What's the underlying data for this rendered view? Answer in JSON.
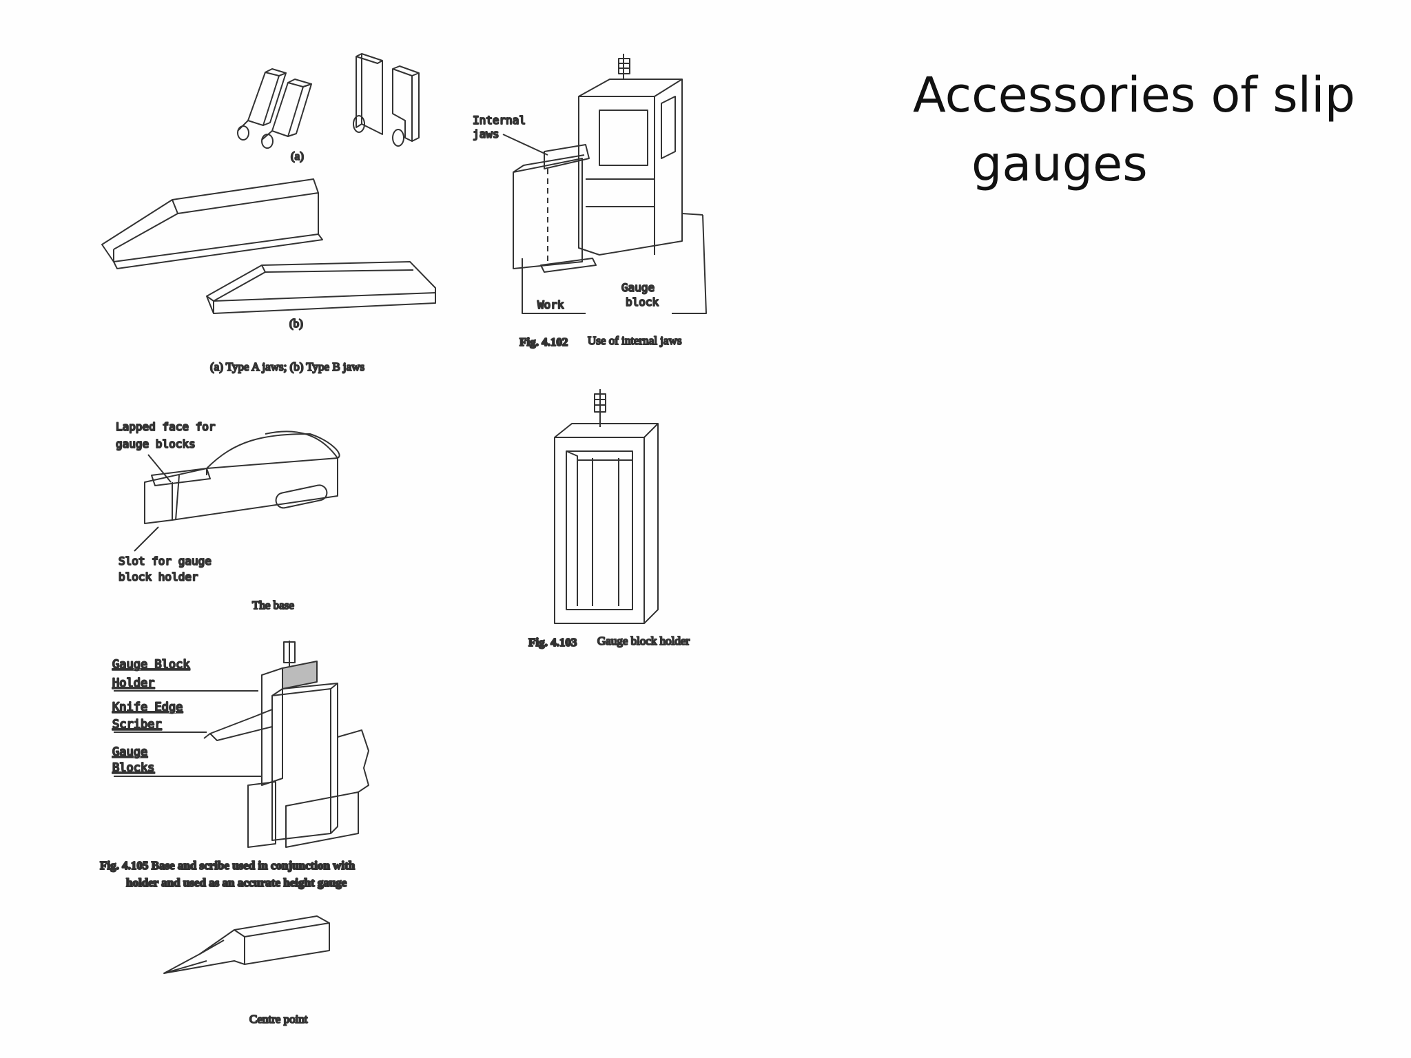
{
  "slide": {
    "title_line1": "Accessories of slip",
    "title_line2": "gauges"
  },
  "figures": {
    "jaws": {
      "label_a": "(a)",
      "label_b": "(b)",
      "caption": "(a) Type A jaws;   (b) Type B jaws"
    },
    "internal_jaws": {
      "label_internal": "Internal",
      "label_jaws": "jaws",
      "label_work": "Work",
      "label_gauge": "Gauge",
      "label_block": "block",
      "caption_num": "Fig. 4.102",
      "caption_text": "Use of internal jaws"
    },
    "base": {
      "label_lapped1": "Lapped  face  for",
      "label_lapped2": "gauge  blocks",
      "label_slot1": "Slot  for  gauge",
      "label_slot2": "block  holder",
      "caption": "The base"
    },
    "holder": {
      "caption_num": "Fig. 4.103",
      "caption_text": "Gauge block holder"
    },
    "height_gauge": {
      "label_gauge_block": "Gauge    Block",
      "label_holder": "Holder",
      "label_knife_edge": "Knife  Edge",
      "label_scriber": "Scriber",
      "label_gauge": "Gauge",
      "label_blocks": "Blocks",
      "caption_line1": "Fig. 4.105   Base and scribe used in conjunction with",
      "caption_line2": "holder and used as an accurate height gauge"
    },
    "centre_point": {
      "caption": "Centre point"
    }
  }
}
